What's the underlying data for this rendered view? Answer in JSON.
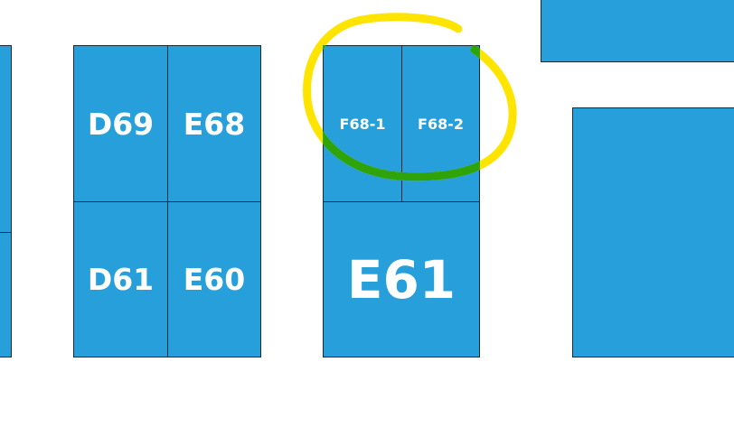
{
  "colors": {
    "booth_fill": "#269fdb",
    "booth_border": "#1c2a36",
    "booth_label": "#ffffff",
    "highlight_ring_outer": "#ffe400",
    "highlight_ring_inner": "#2ea40a"
  },
  "booths": {
    "d69": "D69",
    "e68": "E68",
    "d61": "D61",
    "e60": "E60",
    "f68_1": "F68-1",
    "f68_2": "F68-2",
    "e61": "E61"
  },
  "highlight": {
    "targets": [
      "F68-1",
      "F68-2"
    ]
  }
}
